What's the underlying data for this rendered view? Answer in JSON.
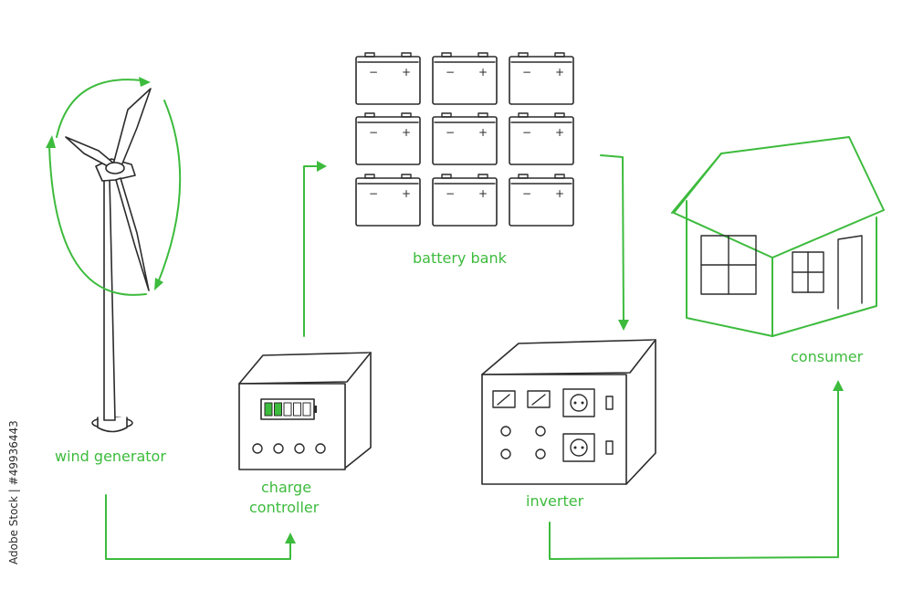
{
  "labels": {
    "wind_generator": "wind generator",
    "charge_controller_line1": "charge",
    "charge_controller_line2": "controller",
    "battery_bank": "battery bank",
    "inverter": "inverter",
    "consumer": "consumer"
  },
  "watermark": "Adobe Stock | #49936443",
  "battery_terminals": {
    "minus": "−",
    "plus": "+"
  },
  "charge_indicator": {
    "filled_cells": 2,
    "total_cells": 5
  },
  "colors": {
    "accent": "#3dbb3d",
    "ink": "#2b2b2b",
    "background": "#ffffff"
  }
}
